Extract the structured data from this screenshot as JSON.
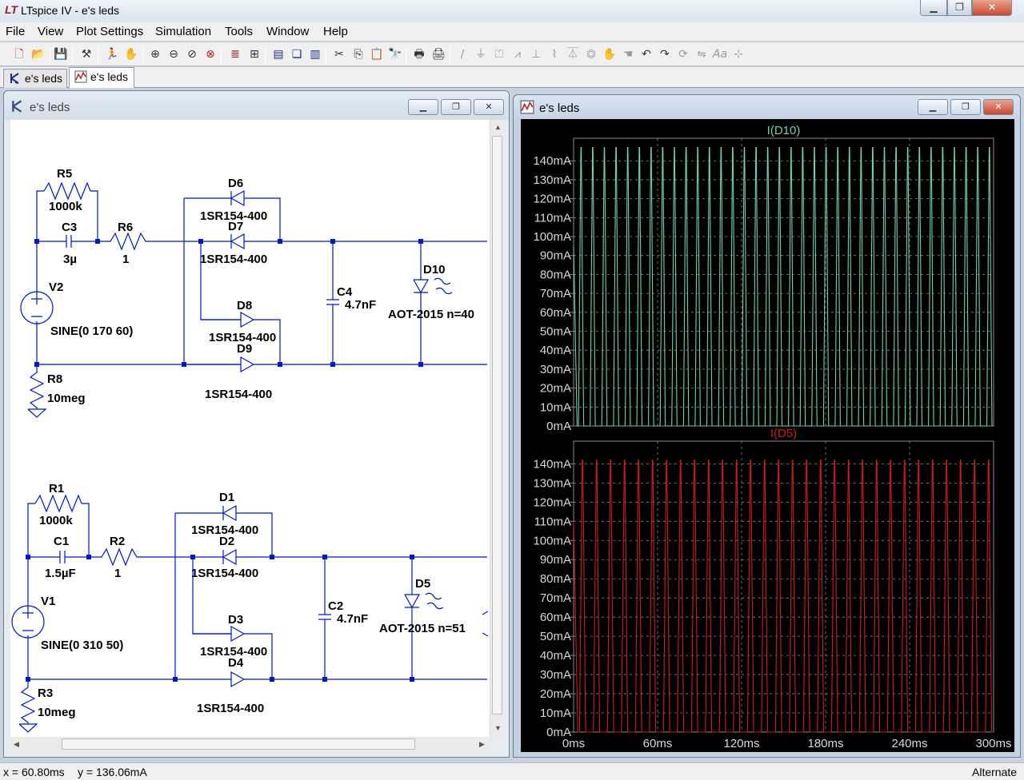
{
  "app": {
    "title": "LTspice IV - e's leds",
    "icon": "ltspice-logo-icon",
    "caption_buttons": {
      "minimize": "▁",
      "maximize": "❐",
      "close": "✕"
    }
  },
  "menu": [
    "File",
    "View",
    "Plot Settings",
    "Simulation",
    "Tools",
    "Window",
    "Help"
  ],
  "toolbar": {
    "icons": [
      "new-schematic-icon",
      "open-icon",
      "save-icon",
      "control-panel-icon",
      "run-icon",
      "halt-icon",
      "zoom-in-icon",
      "zoom-out-icon",
      "zoom-fit-icon",
      "zoom-cancel-icon",
      "autorange-icon",
      "manual-limits-icon",
      "tile-horizontal-icon",
      "cascade-icon",
      "tile-vertical-icon",
      "cut-icon",
      "copy-icon",
      "paste-icon",
      "find-icon",
      "print-icon",
      "print-setup-icon",
      "wire-icon",
      "ground-icon",
      "label-icon",
      "resistor-icon",
      "capacitor-icon",
      "inductor-icon",
      "diode-icon",
      "component-icon",
      "move-icon",
      "drag-icon",
      "undo-icon",
      "redo-icon",
      "rotate-icon",
      "mirror-icon",
      "text-icon",
      "spice-directive-icon"
    ]
  },
  "tabs": [
    {
      "label": "e's leds",
      "icon": "schematic-icon"
    },
    {
      "label": "e's leds",
      "icon": "waveform-icon",
      "active": true
    }
  ],
  "schematic_window": {
    "title": "e's leds",
    "icon": "schematic-icon",
    "components": {
      "top": {
        "R5": {
          "name": "R5",
          "value": "1000k"
        },
        "C3": {
          "name": "C3",
          "value": "3µ"
        },
        "R6": {
          "name": "R6",
          "value": "1"
        },
        "V2": {
          "name": "V2",
          "value": "SINE(0 170 60)"
        },
        "R8": {
          "name": "R8",
          "value": "10meg"
        },
        "D6": {
          "name": "D6",
          "value": "1SR154-400"
        },
        "D7": {
          "name": "D7",
          "value": "1SR154-400"
        },
        "D8": {
          "name": "D8",
          "value": "1SR154-400"
        },
        "D9": {
          "name": "D9",
          "value": "1SR154-400"
        },
        "C4": {
          "name": "C4",
          "value": "4.7nF"
        },
        "D10": {
          "name": "D10",
          "value": "AOT-2015 n=40"
        }
      },
      "bottom": {
        "R1": {
          "name": "R1",
          "value": "1000k"
        },
        "C1": {
          "name": "C1",
          "value": "1.5µF"
        },
        "R2": {
          "name": "R2",
          "value": "1"
        },
        "V1": {
          "name": "V1",
          "value": "SINE(0 310 50)"
        },
        "R3": {
          "name": "R3",
          "value": "10meg"
        },
        "D1": {
          "name": "D1",
          "value": "1SR154-400"
        },
        "D2": {
          "name": "D2",
          "value": "1SR154-400"
        },
        "D3": {
          "name": "D3",
          "value": "1SR154-400"
        },
        "D4": {
          "name": "D4",
          "value": "1SR154-400"
        },
        "C2": {
          "name": "C2",
          "value": "4.7nF"
        },
        "D5": {
          "name": "D5",
          "value": "AOT-2015 n=51"
        }
      }
    }
  },
  "waveform_window": {
    "title": "e's leds",
    "icon": "waveform-icon",
    "background": "#000000",
    "grid_color": "#8a8a8a"
  },
  "chart_data": [
    {
      "type": "line",
      "title": "I(D10)",
      "color": "#6fcfb8",
      "x_ticks": [],
      "y_ticks": [
        "140mA",
        "130mA",
        "120mA",
        "110mA",
        "100mA",
        "90mA",
        "80mA",
        "70mA",
        "60mA",
        "50mA",
        "40mA",
        "30mA",
        "20mA",
        "10mA",
        "0mA"
      ],
      "xlim": [
        0,
        300
      ],
      "ylim": [
        0,
        146
      ],
      "series": [
        {
          "name": "I(D10)",
          "frequency_hz": 120,
          "min_mA": 0,
          "max_mA": 147,
          "start_mA": 95
        }
      ]
    },
    {
      "type": "line",
      "title": "I(D5)",
      "color": "#d11a1a",
      "x_ticks": [
        "0ms",
        "60ms",
        "120ms",
        "180ms",
        "240ms",
        "300ms"
      ],
      "y_ticks": [
        "140mA",
        "130mA",
        "120mA",
        "110mA",
        "100mA",
        "90mA",
        "80mA",
        "70mA",
        "60mA",
        "50mA",
        "40mA",
        "30mA",
        "20mA",
        "10mA",
        "0mA"
      ],
      "xlim": [
        0,
        300
      ],
      "ylim": [
        0,
        146
      ],
      "series": [
        {
          "name": "I(D5)",
          "frequency_hz": 100,
          "min_mA": 0,
          "max_mA": 142,
          "start_mA": 110
        }
      ]
    }
  ],
  "status": {
    "cursor_x": "x = 60.80ms",
    "cursor_y": "y = 136.06mA",
    "mode": "Alternate"
  }
}
